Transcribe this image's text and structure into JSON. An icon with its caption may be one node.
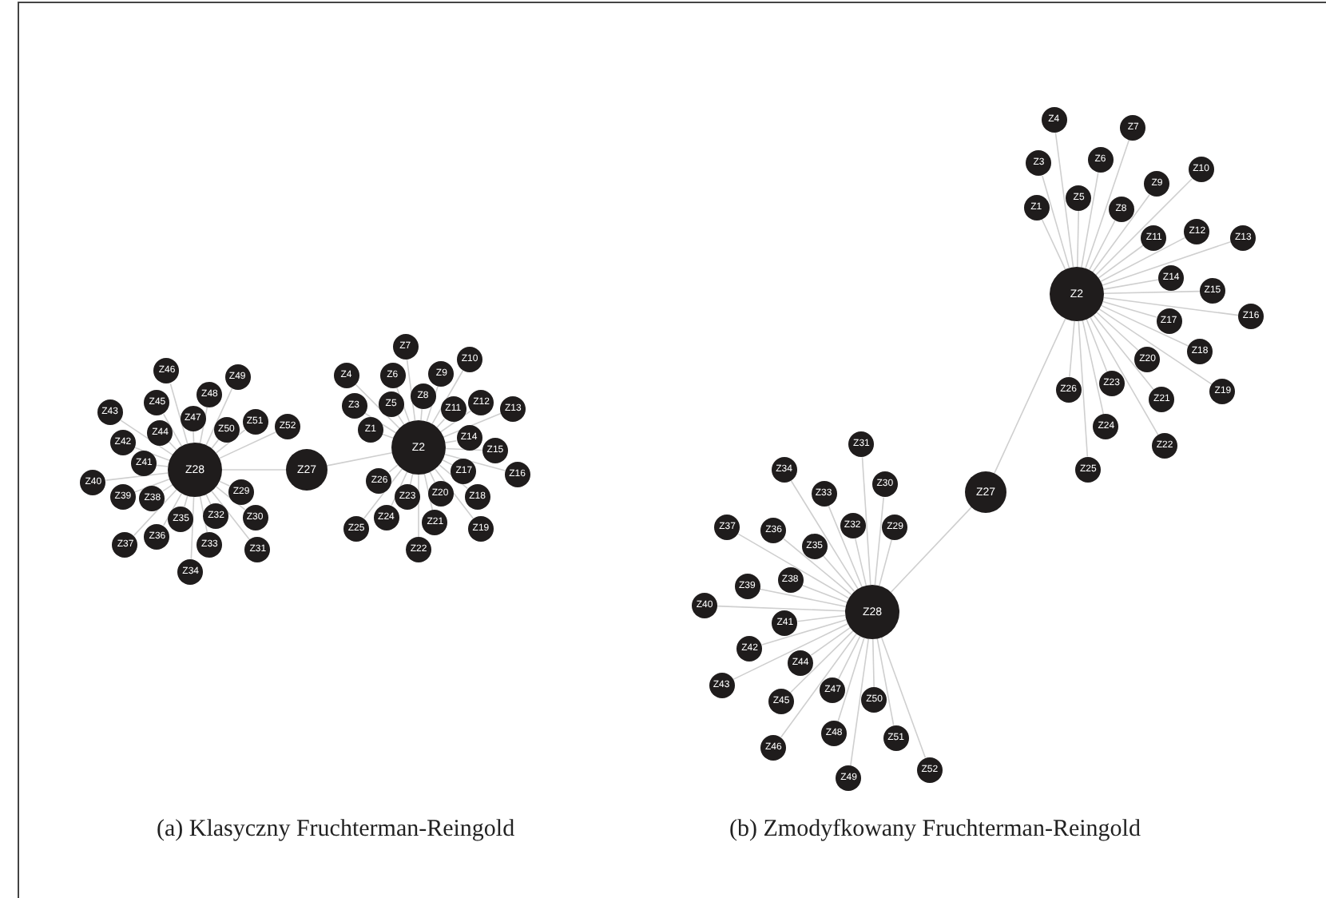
{
  "diagram": {
    "nodes": [
      {
        "text": [
          "Z28"
        ]
      },
      {
        "text": [
          "Z27"
        ]
      },
      {
        "text": [
          "Z2"
        ]
      },
      {
        "text": [
          "Z29"
        ]
      },
      {
        "text": [
          "Z30"
        ]
      },
      {
        "text": [
          "Z31"
        ]
      },
      {
        "text": [
          "Z32"
        ]
      },
      {
        "text": [
          "Z33"
        ]
      },
      {
        "text": [
          "Z34"
        ]
      },
      {
        "text": [
          "Z35"
        ]
      },
      {
        "text": [
          "Z36"
        ]
      },
      {
        "text": [
          "Z37"
        ]
      },
      {
        "text": [
          "Z38"
        ]
      },
      {
        "text": [
          "Z39"
        ]
      },
      {
        "text": [
          "Z40"
        ]
      },
      {
        "text": [
          "Z41"
        ]
      },
      {
        "text": [
          "Z42"
        ]
      },
      {
        "text": [
          "Z43"
        ]
      },
      {
        "text": [
          "Z44"
        ]
      },
      {
        "text": [
          "Z45"
        ]
      },
      {
        "text": [
          "Z46"
        ]
      },
      {
        "text": [
          "Z47"
        ]
      },
      {
        "text": [
          "Z48"
        ]
      },
      {
        "text": [
          "Z49"
        ]
      },
      {
        "text": [
          "Z50"
        ]
      },
      {
        "text": [
          "Z51"
        ]
      },
      {
        "text": [
          "Z52"
        ]
      },
      {
        "text": [
          "Z1"
        ]
      },
      {
        "text": [
          "Z3"
        ]
      },
      {
        "text": [
          "Z4"
        ]
      },
      {
        "text": [
          "Z5"
        ]
      },
      {
        "text": [
          "Z6"
        ]
      },
      {
        "text": [
          "Z7"
        ]
      },
      {
        "text": [
          "Z8"
        ]
      },
      {
        "text": [
          "Z9"
        ]
      },
      {
        "text": [
          "Z10"
        ]
      },
      {
        "text": [
          "Z11"
        ]
      },
      {
        "text": [
          "Z12"
        ]
      },
      {
        "text": [
          "Z13"
        ]
      },
      {
        "text": [
          "Z14"
        ]
      },
      {
        "text": [
          "Z15"
        ]
      },
      {
        "text": [
          "Z16"
        ]
      },
      {
        "text": [
          "Z17"
        ]
      },
      {
        "text": [
          "Z18"
        ]
      },
      {
        "text": [
          "Z19"
        ]
      },
      {
        "text": [
          "Z20"
        ]
      },
      {
        "text": [
          "Z21"
        ]
      },
      {
        "text": [
          "Z22"
        ]
      },
      {
        "text": [
          "Z23"
        ]
      },
      {
        "text": [
          "Z24"
        ]
      },
      {
        "text": [
          "Z25"
        ]
      },
      {
        "text": [
          "Z26"
        ]
      },
      {
        "text": [
          "Z2"
        ]
      },
      {
        "text": [
          "Z27"
        ]
      },
      {
        "text": [
          "Z28"
        ]
      },
      {
        "text": [
          "Z1"
        ]
      },
      {
        "text": [
          "Z3"
        ]
      },
      {
        "text": [
          "Z4"
        ]
      },
      {
        "text": [
          "Z5"
        ]
      },
      {
        "text": [
          "Z6"
        ]
      },
      {
        "text": [
          "Z7"
        ]
      },
      {
        "text": [
          "Z8"
        ]
      },
      {
        "text": [
          "Z9"
        ]
      },
      {
        "text": [
          "Z10"
        ]
      },
      {
        "text": [
          "Z11"
        ]
      },
      {
        "text": [
          "Z12"
        ]
      },
      {
        "text": [
          "Z13"
        ]
      },
      {
        "text": [
          "Z14"
        ]
      },
      {
        "text": [
          "Z15"
        ]
      },
      {
        "text": [
          "Z16"
        ]
      },
      {
        "text": [
          "Z17"
        ]
      },
      {
        "text": [
          "Z18"
        ]
      },
      {
        "text": [
          "Z19"
        ]
      },
      {
        "text": [
          "Z20"
        ]
      },
      {
        "text": [
          "Z21"
        ]
      },
      {
        "text": [
          "Z22"
        ]
      },
      {
        "text": [
          "Z23"
        ]
      },
      {
        "text": [
          "Z24"
        ]
      },
      {
        "text": [
          "Z25"
        ]
      },
      {
        "text": [
          "Z26"
        ]
      },
      {
        "text": [
          "Z29"
        ]
      },
      {
        "text": [
          "Z30"
        ]
      },
      {
        "text": [
          "Z31"
        ]
      },
      {
        "text": [
          "Z32"
        ]
      },
      {
        "text": [
          "Z33"
        ]
      },
      {
        "text": [
          "Z34"
        ]
      },
      {
        "text": [
          "Z35"
        ]
      },
      {
        "text": [
          "Z36"
        ]
      },
      {
        "text": [
          "Z37"
        ]
      },
      {
        "text": [
          "Z38"
        ]
      },
      {
        "text": [
          "Z39"
        ]
      },
      {
        "text": [
          "Z40"
        ]
      },
      {
        "text": [
          "Z41"
        ]
      },
      {
        "text": [
          "Z42"
        ]
      },
      {
        "text": [
          "Z43"
        ]
      },
      {
        "text": [
          "Z44"
        ]
      },
      {
        "text": [
          "Z45"
        ]
      },
      {
        "text": [
          "Z46"
        ]
      },
      {
        "text": [
          "Z47"
        ]
      },
      {
        "text": [
          "Z48"
        ]
      },
      {
        "text": [
          "Z49"
        ]
      },
      {
        "text": [
          "Z50"
        ]
      },
      {
        "text": [
          "Z51"
        ]
      },
      {
        "text": [
          "Z52"
        ]
      }
    ],
    "edges": [
      {
        "from": 0,
        "to": 1,
        "arrow": "none"
      },
      {
        "from": 1,
        "to": 2,
        "arrow": "none"
      },
      {
        "from": 0,
        "to": 3,
        "arrow": "none"
      },
      {
        "from": 0,
        "to": 4,
        "arrow": "none"
      },
      {
        "from": 0,
        "to": 5,
        "arrow": "none"
      },
      {
        "from": 0,
        "to": 6,
        "arrow": "none"
      },
      {
        "from": 0,
        "to": 7,
        "arrow": "none"
      },
      {
        "from": 0,
        "to": 8,
        "arrow": "none"
      },
      {
        "from": 0,
        "to": 9,
        "arrow": "none"
      },
      {
        "from": 0,
        "to": 10,
        "arrow": "none"
      },
      {
        "from": 0,
        "to": 11,
        "arrow": "none"
      },
      {
        "from": 0,
        "to": 12,
        "arrow": "none"
      },
      {
        "from": 0,
        "to": 13,
        "arrow": "none"
      },
      {
        "from": 0,
        "to": 14,
        "arrow": "none"
      },
      {
        "from": 0,
        "to": 15,
        "arrow": "none"
      },
      {
        "from": 0,
        "to": 16,
        "arrow": "none"
      },
      {
        "from": 0,
        "to": 17,
        "arrow": "none"
      },
      {
        "from": 0,
        "to": 18,
        "arrow": "none"
      },
      {
        "from": 0,
        "to": 19,
        "arrow": "none"
      },
      {
        "from": 0,
        "to": 20,
        "arrow": "none"
      },
      {
        "from": 0,
        "to": 21,
        "arrow": "none"
      },
      {
        "from": 0,
        "to": 22,
        "arrow": "none"
      },
      {
        "from": 0,
        "to": 23,
        "arrow": "none"
      },
      {
        "from": 0,
        "to": 24,
        "arrow": "none"
      },
      {
        "from": 0,
        "to": 25,
        "arrow": "none"
      },
      {
        "from": 0,
        "to": 26,
        "arrow": "none"
      },
      {
        "from": 2,
        "to": 27,
        "arrow": "none"
      },
      {
        "from": 2,
        "to": 28,
        "arrow": "none"
      },
      {
        "from": 2,
        "to": 29,
        "arrow": "none"
      },
      {
        "from": 2,
        "to": 30,
        "arrow": "none"
      },
      {
        "from": 2,
        "to": 31,
        "arrow": "none"
      },
      {
        "from": 2,
        "to": 32,
        "arrow": "none"
      },
      {
        "from": 2,
        "to": 33,
        "arrow": "none"
      },
      {
        "from": 2,
        "to": 34,
        "arrow": "none"
      },
      {
        "from": 2,
        "to": 35,
        "arrow": "none"
      },
      {
        "from": 2,
        "to": 36,
        "arrow": "none"
      },
      {
        "from": 2,
        "to": 37,
        "arrow": "none"
      },
      {
        "from": 2,
        "to": 38,
        "arrow": "none"
      },
      {
        "from": 2,
        "to": 39,
        "arrow": "none"
      },
      {
        "from": 2,
        "to": 40,
        "arrow": "none"
      },
      {
        "from": 2,
        "to": 41,
        "arrow": "none"
      },
      {
        "from": 2,
        "to": 42,
        "arrow": "none"
      },
      {
        "from": 2,
        "to": 43,
        "arrow": "none"
      },
      {
        "from": 2,
        "to": 44,
        "arrow": "none"
      },
      {
        "from": 2,
        "to": 45,
        "arrow": "none"
      },
      {
        "from": 2,
        "to": 46,
        "arrow": "none"
      },
      {
        "from": 2,
        "to": 47,
        "arrow": "none"
      },
      {
        "from": 2,
        "to": 48,
        "arrow": "none"
      },
      {
        "from": 2,
        "to": 49,
        "arrow": "none"
      },
      {
        "from": 2,
        "to": 50,
        "arrow": "none"
      },
      {
        "from": 2,
        "to": 51,
        "arrow": "none"
      },
      {
        "from": 52,
        "to": 53,
        "arrow": "none"
      },
      {
        "from": 53,
        "to": 54,
        "arrow": "none"
      },
      {
        "from": 52,
        "to": 55,
        "arrow": "none"
      },
      {
        "from": 52,
        "to": 56,
        "arrow": "none"
      },
      {
        "from": 52,
        "to": 57,
        "arrow": "none"
      },
      {
        "from": 52,
        "to": 58,
        "arrow": "none"
      },
      {
        "from": 52,
        "to": 59,
        "arrow": "none"
      },
      {
        "from": 52,
        "to": 60,
        "arrow": "none"
      },
      {
        "from": 52,
        "to": 61,
        "arrow": "none"
      },
      {
        "from": 52,
        "to": 62,
        "arrow": "none"
      },
      {
        "from": 52,
        "to": 63,
        "arrow": "none"
      },
      {
        "from": 52,
        "to": 64,
        "arrow": "none"
      },
      {
        "from": 52,
        "to": 65,
        "arrow": "none"
      },
      {
        "from": 52,
        "to": 66,
        "arrow": "none"
      },
      {
        "from": 52,
        "to": 67,
        "arrow": "none"
      },
      {
        "from": 52,
        "to": 68,
        "arrow": "none"
      },
      {
        "from": 52,
        "to": 69,
        "arrow": "none"
      },
      {
        "from": 52,
        "to": 70,
        "arrow": "none"
      },
      {
        "from": 52,
        "to": 71,
        "arrow": "none"
      },
      {
        "from": 52,
        "to": 72,
        "arrow": "none"
      },
      {
        "from": 52,
        "to": 73,
        "arrow": "none"
      },
      {
        "from": 52,
        "to": 74,
        "arrow": "none"
      },
      {
        "from": 52,
        "to": 75,
        "arrow": "none"
      },
      {
        "from": 52,
        "to": 76,
        "arrow": "none"
      },
      {
        "from": 52,
        "to": 77,
        "arrow": "none"
      },
      {
        "from": 52,
        "to": 78,
        "arrow": "none"
      },
      {
        "from": 52,
        "to": 79,
        "arrow": "none"
      },
      {
        "from": 54,
        "to": 80,
        "arrow": "none"
      },
      {
        "from": 54,
        "to": 81,
        "arrow": "none"
      },
      {
        "from": 54,
        "to": 82,
        "arrow": "none"
      },
      {
        "from": 54,
        "to": 83,
        "arrow": "none"
      },
      {
        "from": 54,
        "to": 84,
        "arrow": "none"
      },
      {
        "from": 54,
        "to": 85,
        "arrow": "none"
      },
      {
        "from": 54,
        "to": 86,
        "arrow": "none"
      },
      {
        "from": 54,
        "to": 87,
        "arrow": "none"
      },
      {
        "from": 54,
        "to": 88,
        "arrow": "none"
      },
      {
        "from": 54,
        "to": 89,
        "arrow": "none"
      },
      {
        "from": 54,
        "to": 90,
        "arrow": "none"
      },
      {
        "from": 54,
        "to": 91,
        "arrow": "none"
      },
      {
        "from": 54,
        "to": 92,
        "arrow": "none"
      },
      {
        "from": 54,
        "to": 93,
        "arrow": "none"
      },
      {
        "from": 54,
        "to": 94,
        "arrow": "none"
      },
      {
        "from": 54,
        "to": 95,
        "arrow": "none"
      },
      {
        "from": 54,
        "to": 96,
        "arrow": "none"
      },
      {
        "from": 54,
        "to": 97,
        "arrow": "none"
      },
      {
        "from": 54,
        "to": 98,
        "arrow": "none"
      },
      {
        "from": 54,
        "to": 99,
        "arrow": "none"
      },
      {
        "from": 54,
        "to": 100,
        "arrow": "none"
      },
      {
        "from": 54,
        "to": 101,
        "arrow": "none"
      },
      {
        "from": 54,
        "to": 102,
        "arrow": "none"
      },
      {
        "from": 54,
        "to": 103,
        "arrow": "none"
      }
    ],
    "labels": [
      "(a) Klasyczny Fruchterman-Reingold",
      "(b) Zmodyfkowany Fruchterman-Reingold"
    ]
  }
}
